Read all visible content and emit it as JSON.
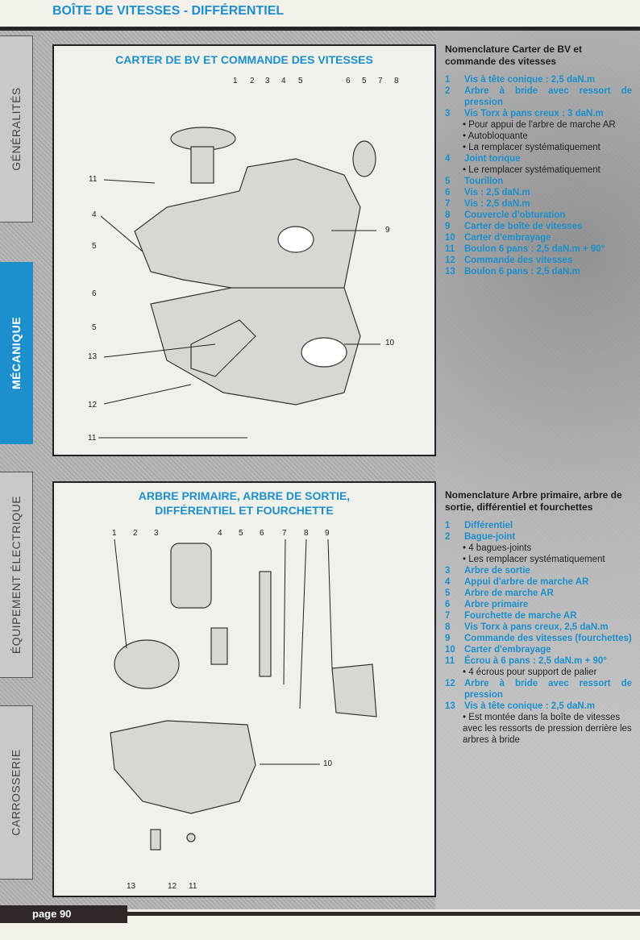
{
  "header": {
    "title": "BOÎTE DE VITESSES - DIFFÉRENTIEL"
  },
  "sidebar": {
    "tabs": [
      {
        "label": "GÉNÉRALITÉS"
      },
      {
        "label": "MÉCANIQUE"
      },
      {
        "label": "ÉQUIPEMENT ÉLECTRIQUE"
      },
      {
        "label": "CARROSSERIE"
      }
    ]
  },
  "figure1": {
    "title": "CARTER DE BV ET COMMANDE DES VITESSES",
    "callouts": [
      "1",
      "2",
      "3",
      "4",
      "5",
      "6",
      "5",
      "7",
      "8",
      "11",
      "4",
      "5",
      "6",
      "5",
      "13",
      "12",
      "11",
      "9",
      "10"
    ]
  },
  "figure2": {
    "title_line1": "ARBRE PRIMAIRE, ARBRE DE SORTIE,",
    "title_line2": "DIFFÉRENTIEL ET FOURCHETTE",
    "callouts": [
      "1",
      "2",
      "3",
      "4",
      "5",
      "6",
      "7",
      "8",
      "9",
      "10",
      "13",
      "12",
      "11"
    ]
  },
  "nomenclature1": {
    "title": "Nomenclature Carter de BV et commande des vitesses",
    "items": [
      {
        "n": "1",
        "t": "Vis à tête conique : 2,5 daN.m",
        "subs": []
      },
      {
        "n": "2",
        "t": "Arbre à bride avec ressort de pression",
        "subs": []
      },
      {
        "n": "3",
        "t": "Vis Torx à pans creux : 3 daN.m",
        "subs": [
          "• Pour appui de l'arbre de marche AR",
          "• Autobloquante",
          "• La remplacer systématiquement"
        ]
      },
      {
        "n": "4",
        "t": "Joint torique",
        "subs": [
          "• Le remplacer systématiquement"
        ]
      },
      {
        "n": "5",
        "t": "Tourillon",
        "subs": []
      },
      {
        "n": "6",
        "t": "Vis : 2,5 daN.m",
        "subs": []
      },
      {
        "n": "7",
        "t": "Vis : 2,5 daN.m",
        "subs": []
      },
      {
        "n": "8",
        "t": "Couvercle d'obturation",
        "subs": []
      },
      {
        "n": "9",
        "t": "Carter de boîte de vitesses",
        "subs": []
      },
      {
        "n": "10",
        "t": "Carter d'embrayage",
        "subs": []
      },
      {
        "n": "11",
        "t": "Boulon 6 pans :  2,5 daN.m + 90°",
        "subs": []
      },
      {
        "n": "12",
        "t": "Commande des vitesses",
        "subs": []
      },
      {
        "n": "13",
        "t": "Boulon 6 pans : 2,5 daN.m",
        "subs": []
      }
    ]
  },
  "nomenclature2": {
    "title": "Nomenclature Arbre primaire, arbre de sortie, différentiel et fourchettes",
    "items": [
      {
        "n": "1",
        "t": "Différentiel",
        "subs": []
      },
      {
        "n": "2",
        "t": "Bague-joint",
        "subs": [
          "• 4 bagues-joints",
          "• Les remplacer systématiquement"
        ]
      },
      {
        "n": "3",
        "t": "Arbre de sortie",
        "subs": []
      },
      {
        "n": "4",
        "t": "Appui d'arbre de marche AR",
        "subs": []
      },
      {
        "n": "5",
        "t": "Arbre de marche AR",
        "subs": []
      },
      {
        "n": "6",
        "t": "Arbre primaire",
        "subs": []
      },
      {
        "n": "7",
        "t": "Fourchette de marche AR",
        "subs": []
      },
      {
        "n": "8",
        "t": "Vis Torx à pans creux, 2,5 daN.m",
        "subs": []
      },
      {
        "n": "9",
        "t": "Commande des vitesses (fourchettes)",
        "subs": []
      },
      {
        "n": "10",
        "t": "Carter d'embrayage",
        "subs": []
      },
      {
        "n": "11",
        "t": "Écrou à 6 pans : 2,5 daN.m + 90°",
        "subs": [
          "• 4 écrous pour support de palier"
        ]
      },
      {
        "n": "12",
        "t": "Arbre à bride avec ressort de pression",
        "subs": []
      },
      {
        "n": "13",
        "t": "Vis à tête conique : 2,5 daN.m",
        "subs": [
          "• Est montée dans la boîte de vitesses avec les ressorts de pression derrière les arbres à bride"
        ]
      }
    ]
  },
  "footer": {
    "page": "page 90"
  }
}
